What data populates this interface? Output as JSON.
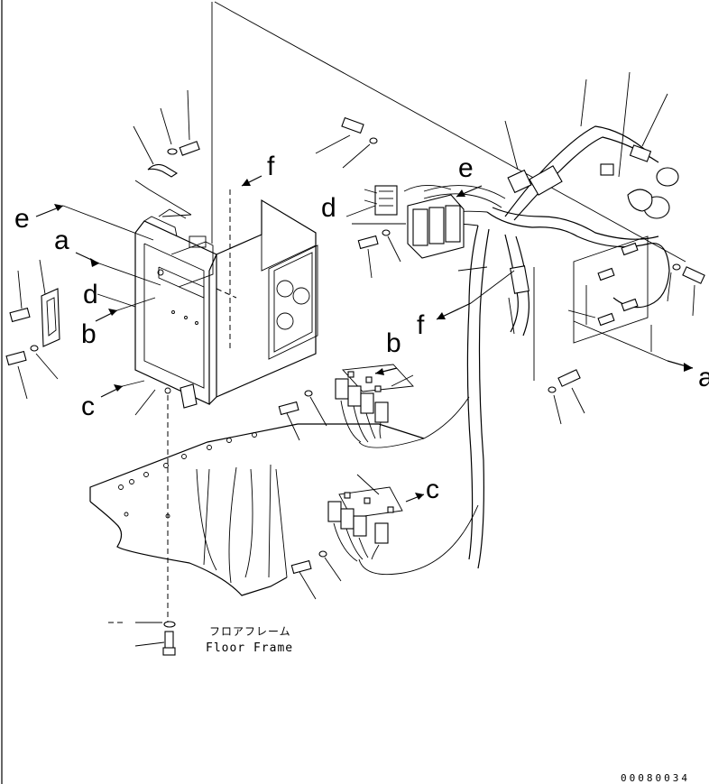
{
  "callouts": {
    "a_left": "a",
    "a_right": "a",
    "b_left": "b",
    "b_right": "b",
    "c_left": "c",
    "c_right": "c",
    "d_left": "d",
    "d_upper": "d",
    "e_left": "e",
    "e_upper": "e",
    "f_upper": "f",
    "f_middle": "f"
  },
  "floor_frame": {
    "japanese": "フロアフレーム",
    "english": "Floor Frame"
  },
  "drawing_code": "00080034"
}
